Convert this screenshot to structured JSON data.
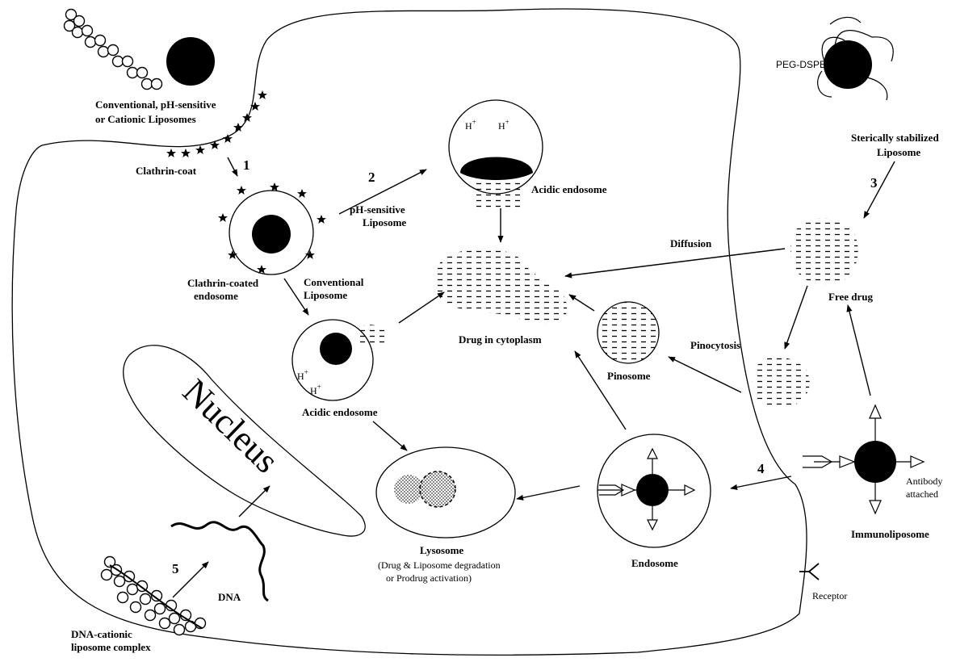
{
  "labels": {
    "conv_ph_cationic_1": "Conventional,  pH-sensitive",
    "conv_ph_cationic_2": "or Cationic Liposomes",
    "clathrin_coat": "Clathrin-coat",
    "clathrin_endosome_1": "Clathrin-coated",
    "clathrin_endosome_2": "endosome",
    "ph_liposome_1": "pH-sensitive",
    "ph_liposome_2": "Liposome",
    "acidic_endosome_top": "Acidic endosome",
    "conv_liposome_1": "Conventional",
    "conv_liposome_2": "Liposome",
    "acidic_endosome_left": "Acidic endosome",
    "drug_in_cytoplasm": "Drug in cytoplasm",
    "diffusion": "Diffusion",
    "peg_dspe": "PEG-DSPE",
    "sterically_1": "Sterically stabilized",
    "sterically_2": "Liposome",
    "free_drug": "Free drug",
    "pinocytosis": "Pinocytosis",
    "pinosome": "Pinosome",
    "endosome": "Endosome",
    "lysosome": "Lysosome",
    "lysosome_note_1": "(Drug & Liposome degradation",
    "lysosome_note_2": "or Prodrug activation)",
    "antibody_1": "Antibody",
    "antibody_2": "attached",
    "immunoliposome": "Immunoliposome",
    "receptor": "Receptor",
    "nucleus": "Nucleus",
    "dna": "DNA",
    "dna_complex_1": "DNA-cationic",
    "dna_complex_2": "liposome complex",
    "h_plus": "H",
    "h_plus_sup": "+"
  },
  "steps": [
    "1",
    "2",
    "3",
    "4",
    "5"
  ]
}
